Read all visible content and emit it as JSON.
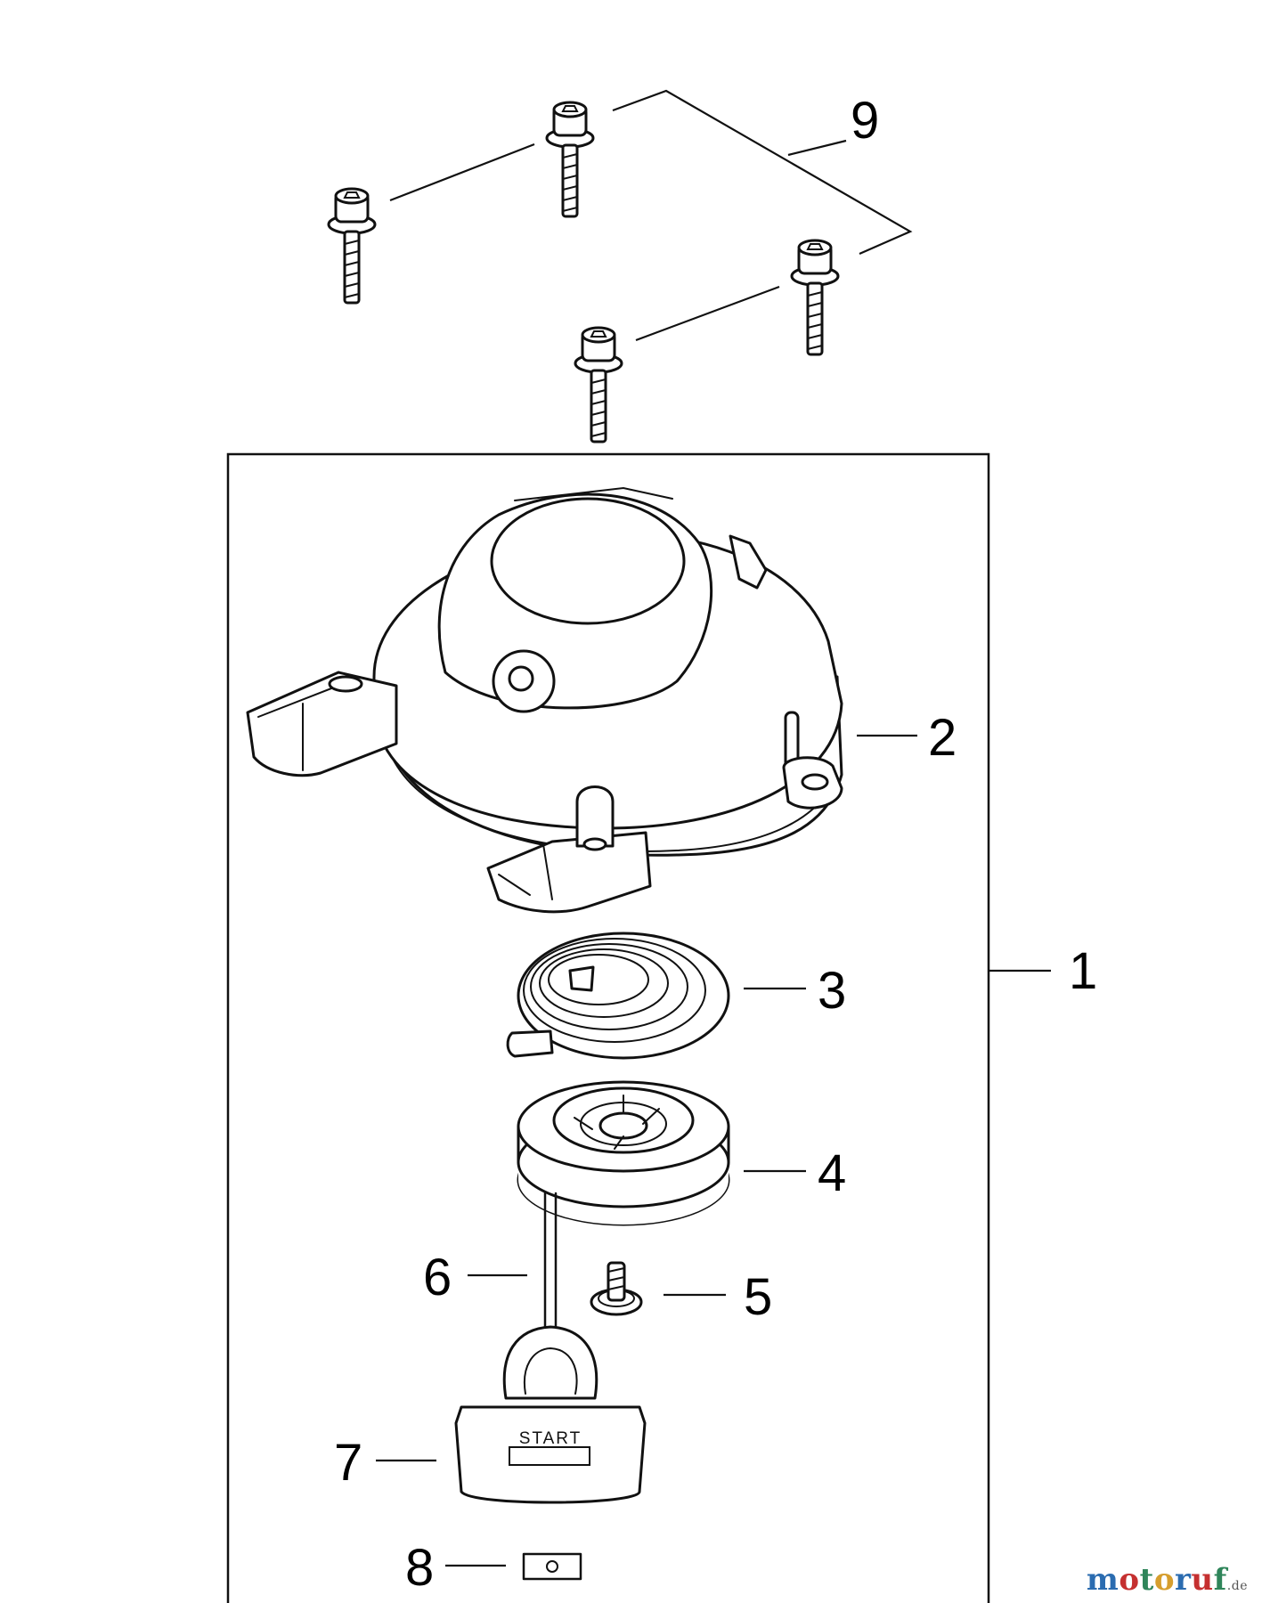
{
  "callouts": {
    "c1": "1",
    "c2": "2",
    "c3": "3",
    "c4": "4",
    "c5": "5",
    "c6": "6",
    "c7": "7",
    "c8": "8",
    "c9": "9"
  },
  "handle_label": "START",
  "watermark": {
    "letters": [
      "m",
      "o",
      "t",
      "o",
      "r",
      "u",
      "f"
    ],
    "suffix": ".de",
    "colors": [
      "#2b6cb0",
      "#c53030",
      "#2f855a",
      "#d69e2e",
      "#2b6cb0",
      "#c53030",
      "#2f855a"
    ]
  }
}
